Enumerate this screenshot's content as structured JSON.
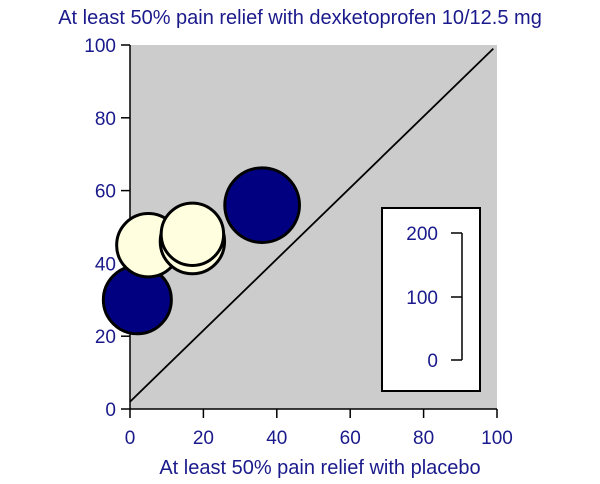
{
  "chart_data": {
    "type": "scatter",
    "title": "At least 50% pain relief with dexketoprofen 10/12.5 mg",
    "xlabel": "At least 50% pain relief with placebo",
    "ylabel": "",
    "xlim": [
      0,
      100
    ],
    "ylim": [
      0,
      100
    ],
    "xticks": [
      "0",
      "20",
      "40",
      "60",
      "80",
      "100"
    ],
    "yticks": [
      "0",
      "20",
      "40",
      "60",
      "80",
      "100"
    ],
    "reference_line": "y = x",
    "plot_background": "#cccccc",
    "points": [
      {
        "x": 2,
        "y": 30,
        "size": 170,
        "color": "#000080"
      },
      {
        "x": 5,
        "y": 45,
        "size": 145,
        "color": "#ffffe0"
      },
      {
        "x": 17,
        "y": 46,
        "size": 150,
        "color": "#ffffe0"
      },
      {
        "x": 17,
        "y": 48,
        "size": 140,
        "color": "#ffffe0"
      },
      {
        "x": 36,
        "y": 56,
        "size": 210,
        "color": "#000080"
      }
    ],
    "size_legend": {
      "labels": [
        "200",
        "100",
        "0"
      ],
      "values": [
        200,
        100,
        0
      ],
      "placement": "bottom-right"
    },
    "colors": {
      "dark": "#000080",
      "light": "#ffffe0",
      "text": "#1a1a8c"
    }
  }
}
